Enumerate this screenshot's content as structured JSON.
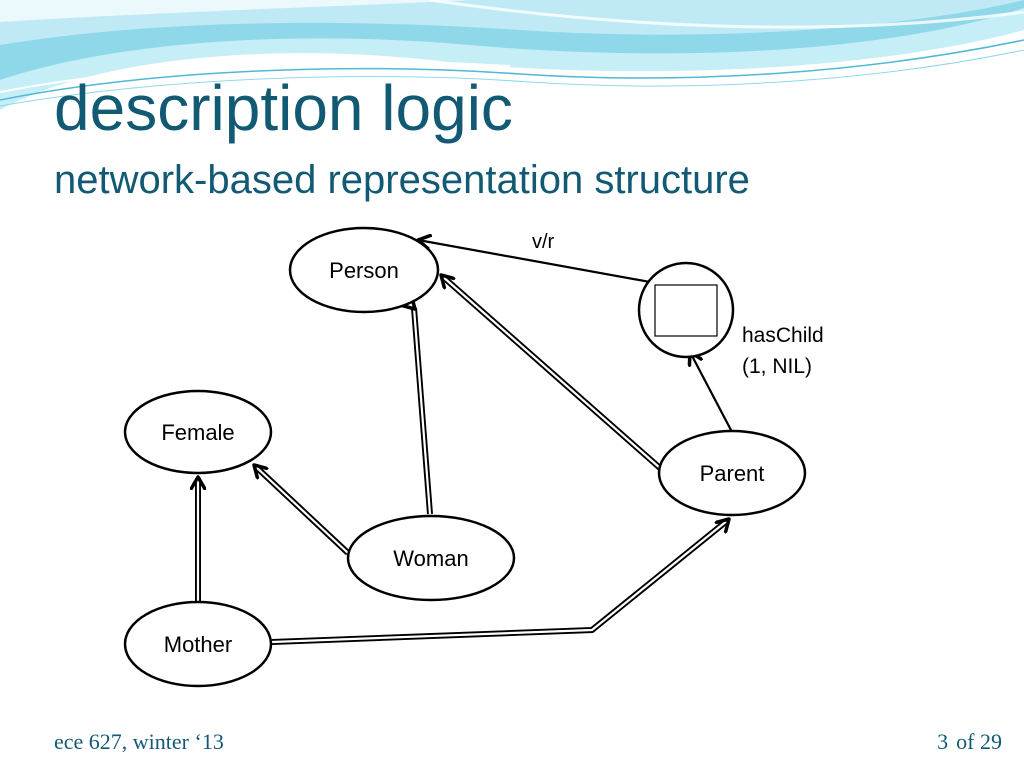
{
  "slide": {
    "title": "description logic",
    "subtitle": "network-based representation structure"
  },
  "diagram": {
    "nodes": {
      "person": "Person",
      "female": "Female",
      "woman": "Woman",
      "mother": "Mother",
      "parent": "Parent"
    },
    "role_label": "v/r",
    "has_child_label": "hasChild",
    "cardinality_label": "(1, NIL)"
  },
  "footer": {
    "course": "ece 627, winter ‘13",
    "page_number": "3",
    "page_total": "of 29"
  },
  "colors": {
    "title": "#125a73",
    "header_wave_light": "#c5eef7",
    "header_wave_mid": "#8fd8ea",
    "header_wave_dark": "#4fb8d6"
  }
}
